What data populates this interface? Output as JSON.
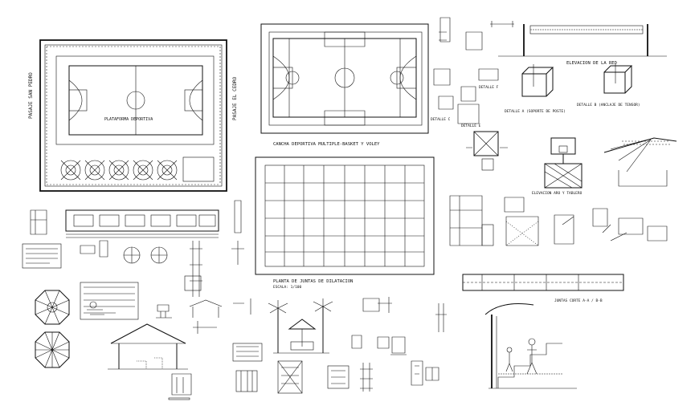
{
  "sheet": {
    "labels": {
      "pasaje_left": "PASAJE SAN PEDRO",
      "pasaje_right": "PASAJE EL CEDRO",
      "plataforma": "PLATAFORMA DEPORTIVA",
      "cancha_title": "CANCHA DEPORTIVA MULTIPLE-BASKET Y VOLEY",
      "juntas_title": "PLANTA DE JUNTAS DE DILATACION",
      "juntas_scale": "ESCALA: 1/100",
      "elevacion_red": "ELEVACION DE LA RED",
      "detalle_f": "DETALLE F",
      "detalle_c": "DETALLE C",
      "detalle_e": "DETALLE E",
      "detalle_a": "DETALLE A (SOPORTE DE POSTE)",
      "detalle_b": "DETALLE B (ANCLAJE DE TENSOR)",
      "elevacion_aro": "ELEVACION ARO Y TABLERO",
      "juntas_corte": "JUNTAS CORTE A-A / B-B"
    }
  }
}
